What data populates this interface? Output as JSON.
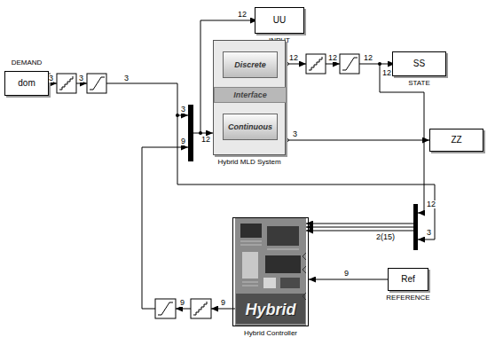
{
  "diagram": {
    "nodes": [
      {
        "text": [
          "DEMAND",
          "dom"
        ]
      },
      {
        "text": [
          "UU",
          "INPUT"
        ]
      },
      {
        "text": [
          "Hybrid MLD System"
        ]
      },
      {
        "text": [
          "Discrete"
        ],
        "in": 2
      },
      {
        "text": [
          "Interface"
        ],
        "in": 2
      },
      {
        "text": [
          "Continuous"
        ],
        "in": 2
      },
      {
        "text": [
          "SS",
          "STATE"
        ]
      },
      {
        "text": [
          "ZZ"
        ]
      },
      {
        "text": [
          "Hybrid",
          "Hybrid Controller"
        ]
      },
      {
        "text": [
          "Ref",
          "REFERENCE"
        ]
      }
    ],
    "edges": [
      {
        "from": 2,
        "to": 7,
        "arrow": "to",
        "label": "3"
      },
      {
        "from": 9,
        "to": 8,
        "arrow": "to",
        "label": "9"
      }
    ],
    "labels": [
      "3",
      "3",
      "3",
      "12",
      "3",
      "9",
      "12",
      "12",
      "12",
      "12",
      "12",
      "12",
      "2(15)",
      "3",
      "9",
      "9"
    ]
  }
}
